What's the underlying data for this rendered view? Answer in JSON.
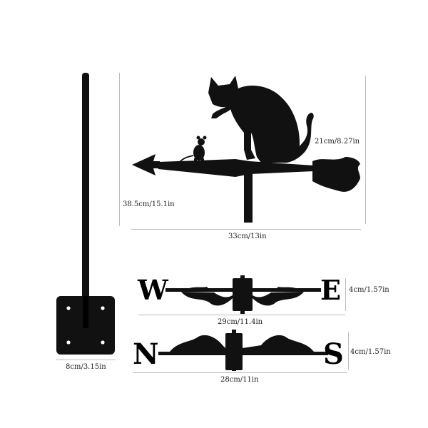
{
  "colors": {
    "silhouette": "#111111",
    "background": "#ffffff",
    "guide": "#bdbdbd",
    "text": "#222222"
  },
  "dimensions": {
    "main_height": "21cm/8.27in",
    "total_height": "38.5cm/15.1in",
    "main_width": "33cm/13in",
    "we_height": "4cm/1.57in",
    "we_width": "29cm/11.4in",
    "ns_height": "4cm/1.57in",
    "ns_width": "28cm/11in",
    "base_width": "8cm/3.15in"
  },
  "directions": {
    "west": "W",
    "east": "E",
    "north": "N",
    "south": "S"
  }
}
